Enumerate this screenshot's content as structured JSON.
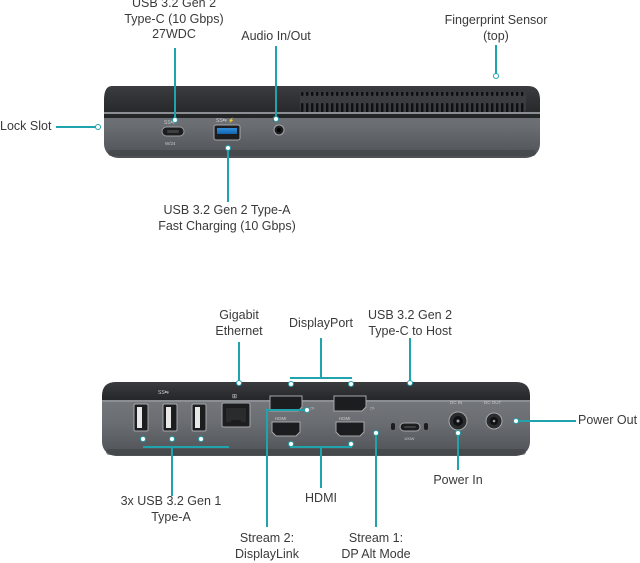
{
  "top_view": {
    "callouts": {
      "usb_c_27wdc": [
        "USB 3.2 Gen 2",
        "Type-C (10 Gbps)",
        "27WDC"
      ],
      "audio": [
        "Audio In/Out"
      ],
      "fingerprint": [
        "Fingerprint Sensor",
        "(top)"
      ],
      "lock_slot": [
        "Lock Slot"
      ],
      "usb_a_fast": [
        "USB 3.2 Gen 2 Type-A",
        "Fast Charging (10 Gbps)"
      ]
    }
  },
  "bottom_view": {
    "callouts": {
      "ethernet": [
        "Gigabit",
        "Ethernet"
      ],
      "displayport": [
        "DisplayPort"
      ],
      "usb_c_host": [
        "USB 3.2 Gen 2",
        "Type-C to Host"
      ],
      "power_out": [
        "Power Out"
      ],
      "usb_a_3x": [
        "3x USB 3.2 Gen 1",
        "Type-A"
      ],
      "hdmi": [
        "HDMI"
      ],
      "power_in": [
        "Power In"
      ],
      "stream2": [
        "Stream 2:",
        "DisplayLink"
      ],
      "stream1": [
        "Stream 1:",
        "DP Alt Mode"
      ]
    }
  },
  "colors": {
    "accent": "#1fa3ad",
    "chassis": "#6e7175",
    "top_band": "#2c2e31",
    "port_dark": "#1c1d1f"
  }
}
